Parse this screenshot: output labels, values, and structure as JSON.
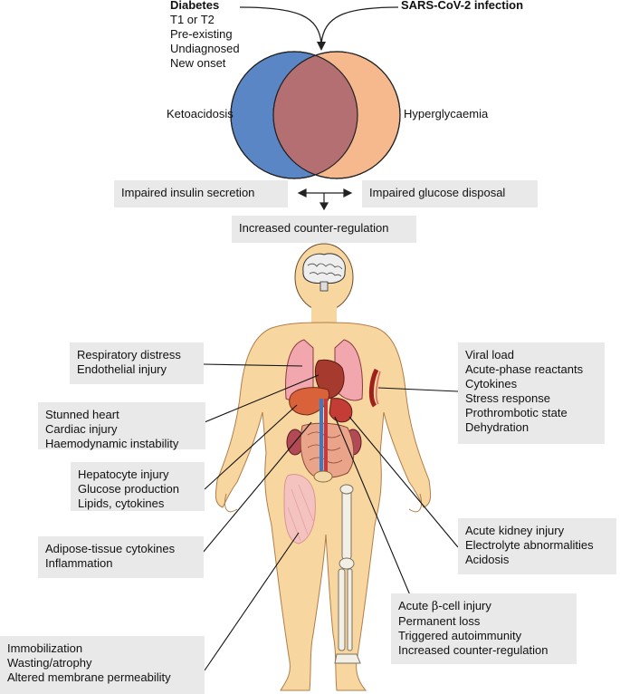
{
  "top": {
    "diabetes": {
      "title": "Diabetes",
      "lines": [
        "T1 or T2",
        "Pre-existing",
        "Undiagnosed",
        "New onset"
      ]
    },
    "infection": "SARS-CoV-2 infection"
  },
  "venn": {
    "left_label": "Ketoacidosis",
    "right_label": "Hyperglycaemia",
    "colors": {
      "left": "#5b86c6",
      "right": "#f6b98e",
      "overlap": "#b46f73"
    }
  },
  "mechanisms": {
    "left": "Impaired insulin secretion",
    "right": "Impaired glucose disposal",
    "bottom": "Increased counter-regulation"
  },
  "organ_boxes": {
    "lung": [
      "Respiratory distress",
      "Endothelial injury"
    ],
    "heart": [
      "Stunned heart",
      "Cardiac injury",
      "Haemodynamic instability"
    ],
    "liver": [
      "Hepatocyte injury",
      "Glucose production",
      "Lipids, cytokines"
    ],
    "adipose": [
      "Adipose-tissue cytokines",
      "Inflammation"
    ],
    "muscle": [
      "Immobilization",
      "Wasting/atrophy",
      "Altered membrane permeability"
    ],
    "blood": [
      "Viral load",
      "Acute-phase reactants",
      "Cytokines",
      "Stress response",
      "Prothrombotic state",
      "Dehydration"
    ],
    "kidney": [
      "Acute kidney injury",
      "Electrolyte abnormalities",
      "Acidosis"
    ],
    "pancreas": {
      "first_prefix": "Acute ",
      "first_symbol": "β",
      "first_suffix": "-cell injury",
      "rest": [
        "Permanent loss",
        "Triggered autoimmunity",
        "Increased counter-regulation"
      ]
    }
  }
}
